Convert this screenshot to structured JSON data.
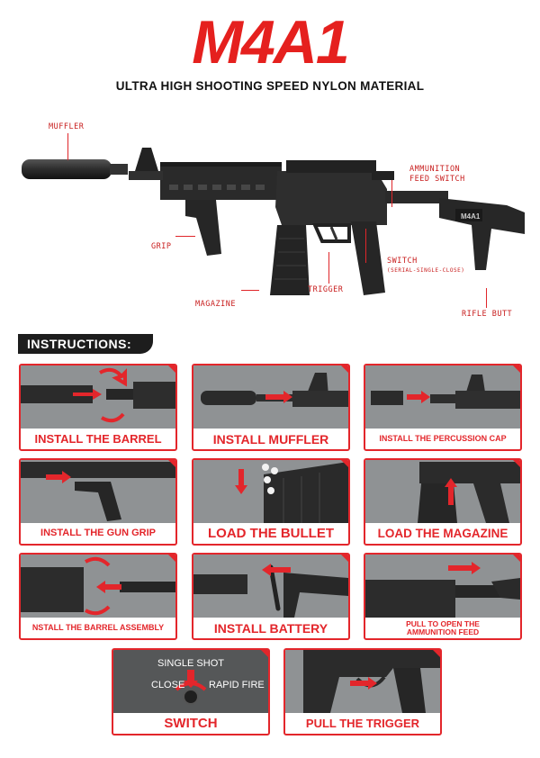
{
  "header": {
    "title": "M4A1",
    "subtitle": "ULTRA HIGH SHOOTING SPEED NYLON MATERIAL"
  },
  "diagram": {
    "labels": {
      "muffler": "MUFFLER",
      "ammo_feed_1": "AMMUNITION",
      "ammo_feed_2": "FEED SWITCH",
      "grip": "GRIP",
      "switch": "SWITCH",
      "switch_modes": "(SERIAL-SINGLE-CLOSE)",
      "trigger": "TRIGGER",
      "magazine": "MAGAZINE",
      "rifle_butt": "RIFLE BUTT",
      "stock_marking": "M4A1"
    }
  },
  "instructions": {
    "heading": "INSTRUCTIONS:",
    "steps": [
      {
        "caption": "INSTALL THE BARREL"
      },
      {
        "caption": "INSTALL MUFFLER"
      },
      {
        "caption": "INSTALL THE PERCUSSION CAP"
      },
      {
        "caption": "INSTALL THE GUN GRIP"
      },
      {
        "caption": "LOAD THE BULLET"
      },
      {
        "caption": "LOAD THE MAGAZINE"
      },
      {
        "caption": "NSTALL THE BARREL ASSEMBLY"
      },
      {
        "caption": "INSTALL BATTERY"
      },
      {
        "caption_line1": "PULL TO OPEN THE",
        "caption_line2": "AMMUNITION FEED"
      },
      {
        "caption": "SWITCH",
        "modes": {
          "single": "SINGLE SHOT",
          "close": "CLOSE",
          "rapid": "RAPID FIRE"
        }
      },
      {
        "caption": "PULL THE TRIGGER"
      }
    ]
  },
  "colors": {
    "accent": "#e3262b",
    "dark": "#1d1d1d",
    "gun": "#2a2a2a"
  }
}
